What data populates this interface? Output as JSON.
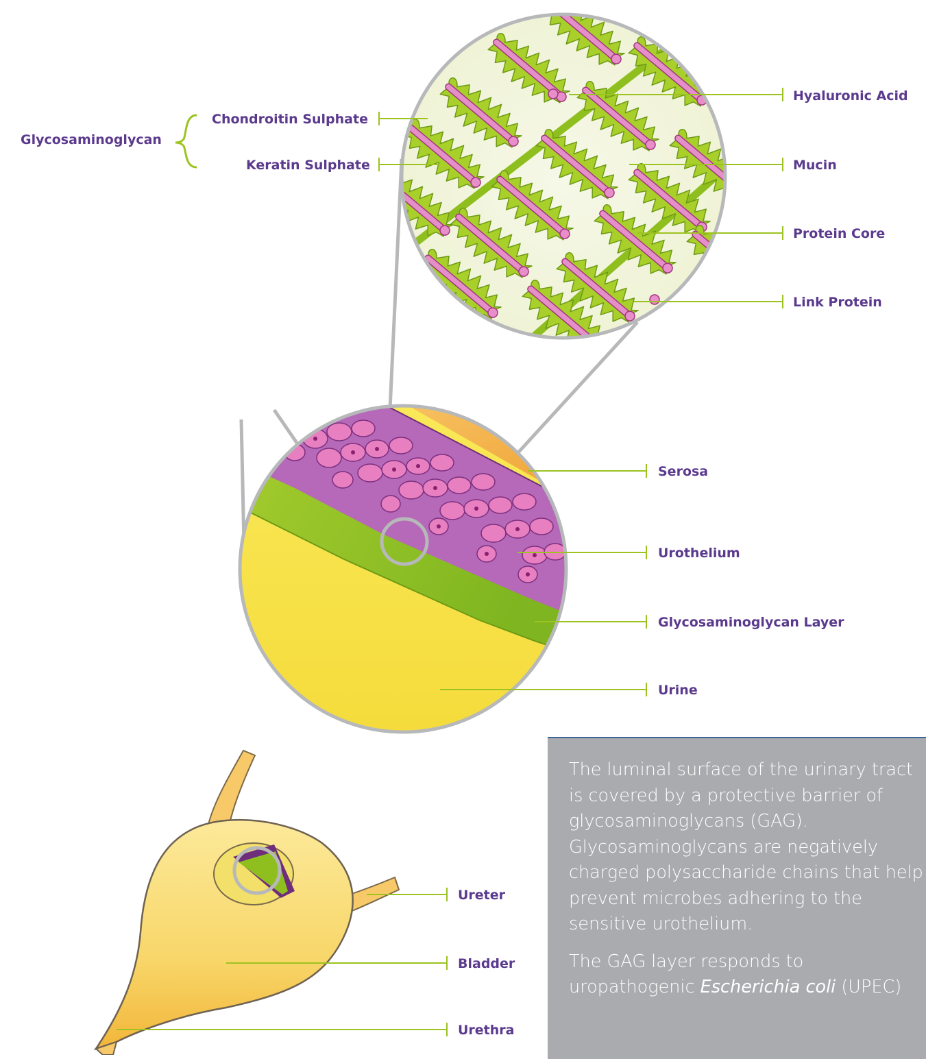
{
  "labels": {
    "glycosaminoglycan": "Glycosaminoglycan",
    "chondroitin_sulphate": "Chondroitin Sulphate",
    "keratin_sulphate": "Keratin Sulphate",
    "hyaluronic_acid": "Hyaluronic Acid",
    "mucin": "Mucin",
    "protein_core": "Protein Core",
    "link_protein": "Link Protein",
    "serosa": "Serosa",
    "urothelium": "Urothelium",
    "gag_layer": "Glycosaminoglycan Layer",
    "urine": "Urine",
    "ureter": "Ureter",
    "bladder": "Bladder",
    "urethra": "Urethra"
  },
  "info": {
    "paragraph1": "The luminal surface of the urinary tract is covered by a protective barrier of glycosaminoglycans (GAG). Glycosaminoglycans are negatively charged polysaccharide chains that help prevent microbes adhering to the sensitive urothelium.",
    "paragraph2_before": "The GAG layer responds to uropathogenic ",
    "paragraph2_italic": "Escherichia coli",
    "paragraph2_after": " (UPEC)"
  },
  "colors": {
    "label_text": "#5b3a8e",
    "leader_line": "#9cc31f",
    "gag_green": "#8fbf1f",
    "protein_pink": "#e07bbf",
    "urine_yellow": "#f7e24a",
    "serosa_orange": "#f0a83a",
    "cell_pink": "#e36fb8",
    "panel_grey": "#a9abae"
  }
}
